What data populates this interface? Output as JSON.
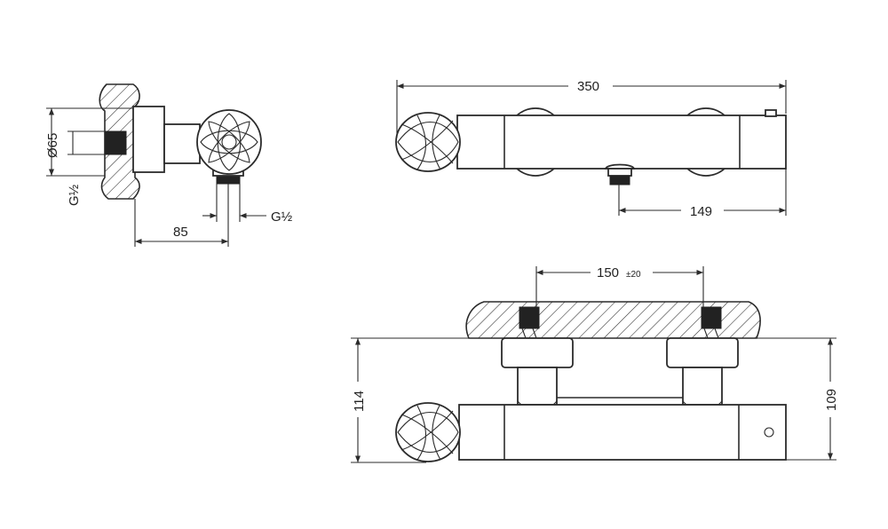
{
  "dimensions": {
    "side_diameter": "Ø65",
    "side_thread_inlet": "G½",
    "side_thread_outlet": "G½",
    "side_depth": "85",
    "top_length": "350",
    "top_outlet_offset": "149",
    "front_centers": "150",
    "front_centers_tolerance": "±20",
    "front_height_left": "114",
    "front_height_right": "109"
  }
}
